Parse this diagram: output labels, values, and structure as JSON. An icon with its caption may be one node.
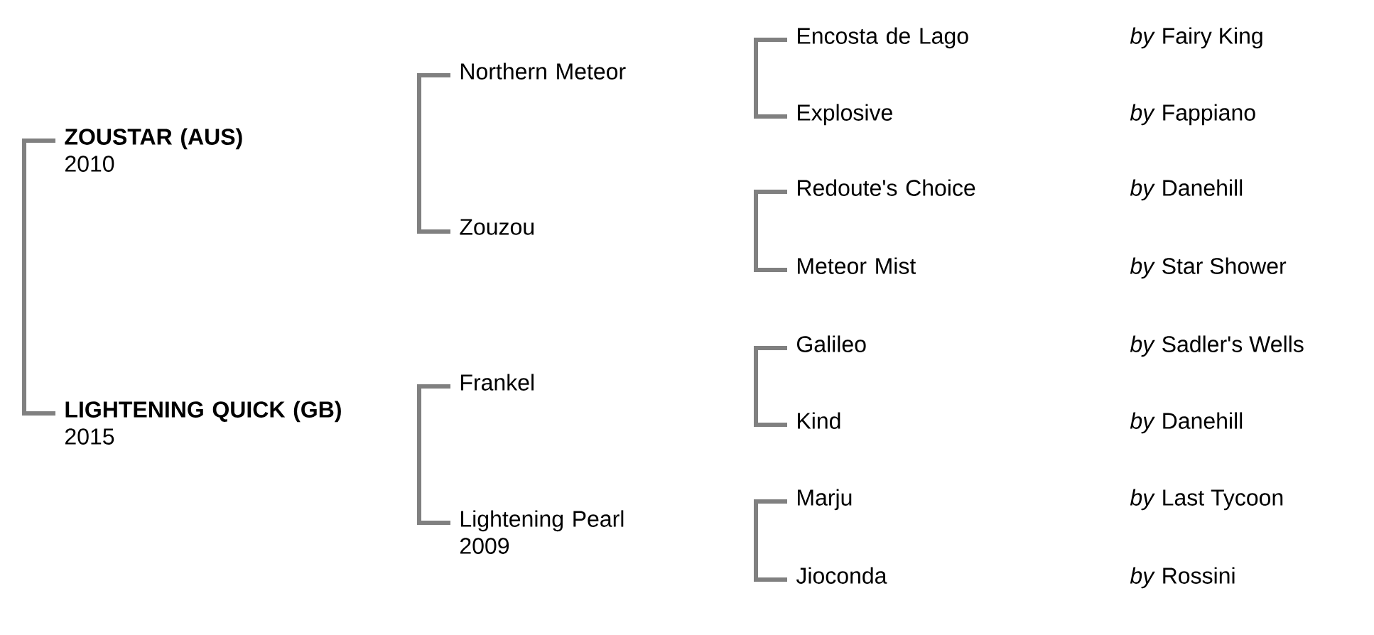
{
  "diagram": {
    "nodes": [
      {
        "text": [
          "ZOUSTAR (AUS)",
          "2010"
        ]
      },
      {
        "text": [
          "LIGHTENING QUICK (GB)",
          "2015"
        ]
      },
      {
        "text": [
          "Northern Meteor"
        ]
      },
      {
        "text": [
          "Zouzou"
        ]
      },
      {
        "text": [
          "Frankel"
        ]
      },
      {
        "text": [
          "Lightening Pearl",
          "2009"
        ]
      },
      {
        "text": [
          "Encosta de Lago"
        ]
      },
      {
        "text": [
          "Explosive"
        ]
      },
      {
        "text": [
          "Redoute's Choice"
        ]
      },
      {
        "text": [
          "Meteor Mist"
        ]
      },
      {
        "text": [
          "Galileo"
        ]
      },
      {
        "text": [
          "Kind"
        ]
      },
      {
        "text": [
          "Marju"
        ]
      },
      {
        "text": [
          "Jioconda"
        ]
      }
    ],
    "edges": [
      {
        "from": 0,
        "to": 1,
        "arrow": "none"
      },
      {
        "from": 2,
        "to": 3,
        "arrow": "none"
      },
      {
        "from": 4,
        "to": 5,
        "arrow": "none"
      },
      {
        "from": 6,
        "to": 7,
        "arrow": "none"
      },
      {
        "from": 8,
        "to": 9,
        "arrow": "none"
      },
      {
        "from": 10,
        "to": 11,
        "arrow": "none"
      },
      {
        "from": 12,
        "to": 13,
        "arrow": "none"
      }
    ],
    "labels": [
      "*by* Fairy King",
      "*by* Fappiano",
      "*by* Danehill",
      "*by* Star Shower",
      "*by* Sadler's Wells",
      "*by* Danehill",
      "*by* Last Tycoon",
      "*by* Rossini"
    ]
  }
}
